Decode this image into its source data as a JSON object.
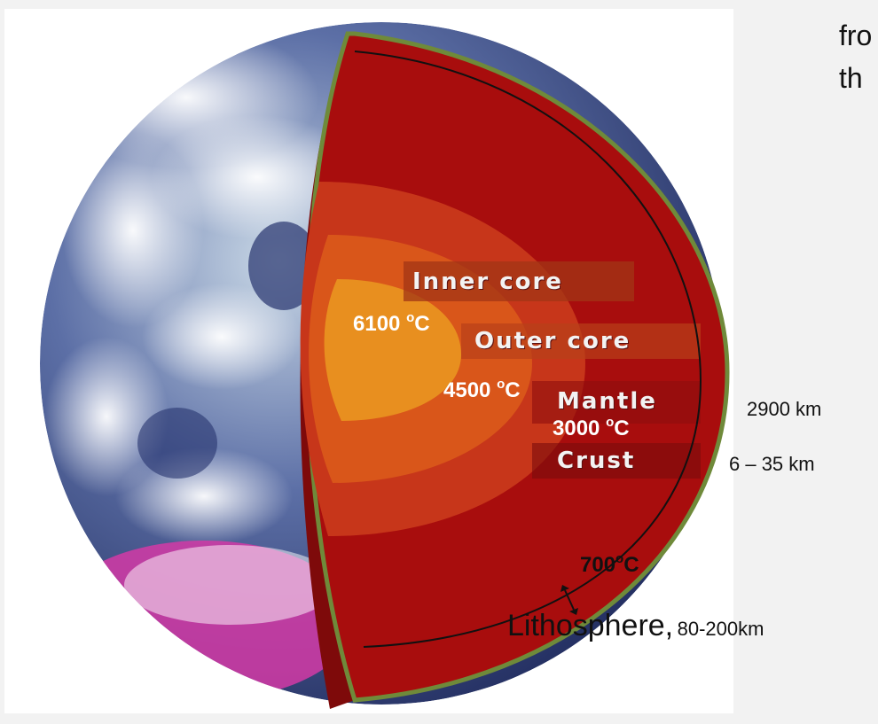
{
  "header_fragment": {
    "line1": "fro",
    "line2": "th"
  },
  "layers": {
    "inner_core": "Inner core",
    "outer_core": "Outer core",
    "mantle": "Mantle",
    "crust": "Crust"
  },
  "temperatures": {
    "inner": "6100",
    "outer": "4500",
    "mantle": "3000",
    "lithosphere": "700",
    "degree": "o",
    "unit": "C"
  },
  "depths": {
    "mantle": "2900 km",
    "crust": "6 – 35 km"
  },
  "lithosphere": {
    "label": "Lithosphere,",
    "range": "80-200km"
  },
  "colors": {
    "background": "#f2f2f2",
    "mantle_red": "#a80d0d",
    "outer_core": "#d9561a",
    "inner_core": "#e88f1f",
    "rim_green": "#6f8a3a",
    "ocean_blue": "#27336e"
  }
}
